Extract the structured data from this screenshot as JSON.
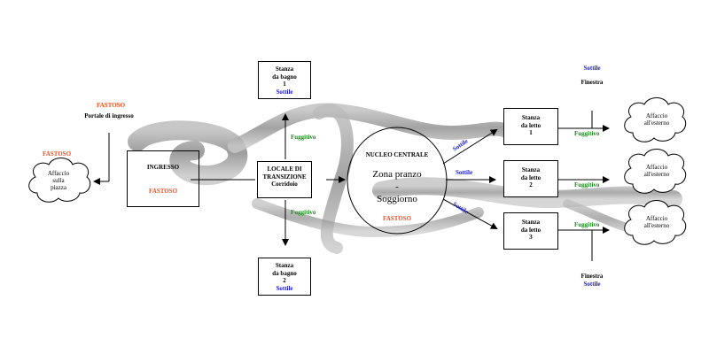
{
  "bagno1": {
    "lines": [
      "Stanza",
      "da bagno",
      "1"
    ],
    "tag": "Sottile"
  },
  "bagno2": {
    "lines": [
      "Stanza",
      "da bagno",
      "2"
    ],
    "tag": "Sottile"
  },
  "ingresso": {
    "title": "INGRESSO",
    "tag": "FASTOSO"
  },
  "corridoio": {
    "lines": [
      "LOCALE DI",
      "TRANSIZIONE",
      "Corridoio"
    ]
  },
  "portale": {
    "tag": "FASTOSO",
    "label": "Portale di ingresso"
  },
  "cloud_piazza": {
    "tag": "FASTOSO",
    "lines": [
      "Affaccio",
      "sulla",
      "piazza"
    ]
  },
  "fuggitivo_top": "Fuggitivo",
  "fuggitivo_bottom": "Fuggitivo",
  "nucleo": {
    "title": "NUCLEO CENTRALE",
    "line1": "Zona pranzo",
    "line2": "-",
    "line3": "Soggiorno",
    "tag": "FASTOSO"
  },
  "sottile_arrows": [
    "Sottile",
    "Sottile",
    "Sottile"
  ],
  "letto1": {
    "lines": [
      "Stanza",
      "da letto",
      "1"
    ]
  },
  "letto2": {
    "lines": [
      "Stanza",
      "da letto",
      "2"
    ]
  },
  "letto3": {
    "lines": [
      "Stanza",
      "da letto",
      "3"
    ]
  },
  "finestra_top": {
    "tag": "Sottile",
    "label": "Finestra"
  },
  "finestra_bottom": {
    "label": "Finestra",
    "tag": "Sottile"
  },
  "fuggitivo_right": [
    "Fuggitivo",
    "Fuggitivo",
    "Fuggitivo"
  ],
  "clouds_right": [
    {
      "lines": [
        "Affaccio",
        "all'esterno"
      ]
    },
    {
      "lines": [
        "Affaccio",
        "all'esterno"
      ]
    },
    {
      "lines": [
        "Affaccio",
        "all'esterno"
      ]
    }
  ],
  "colors": {
    "fastoso": "#ff4a1a",
    "sottile": "#1a1ad9",
    "fuggitivo": "#1a8c1a",
    "clef": "#9a9a9a"
  },
  "decoration": {
    "background_icon": "treble-clef-icon"
  }
}
